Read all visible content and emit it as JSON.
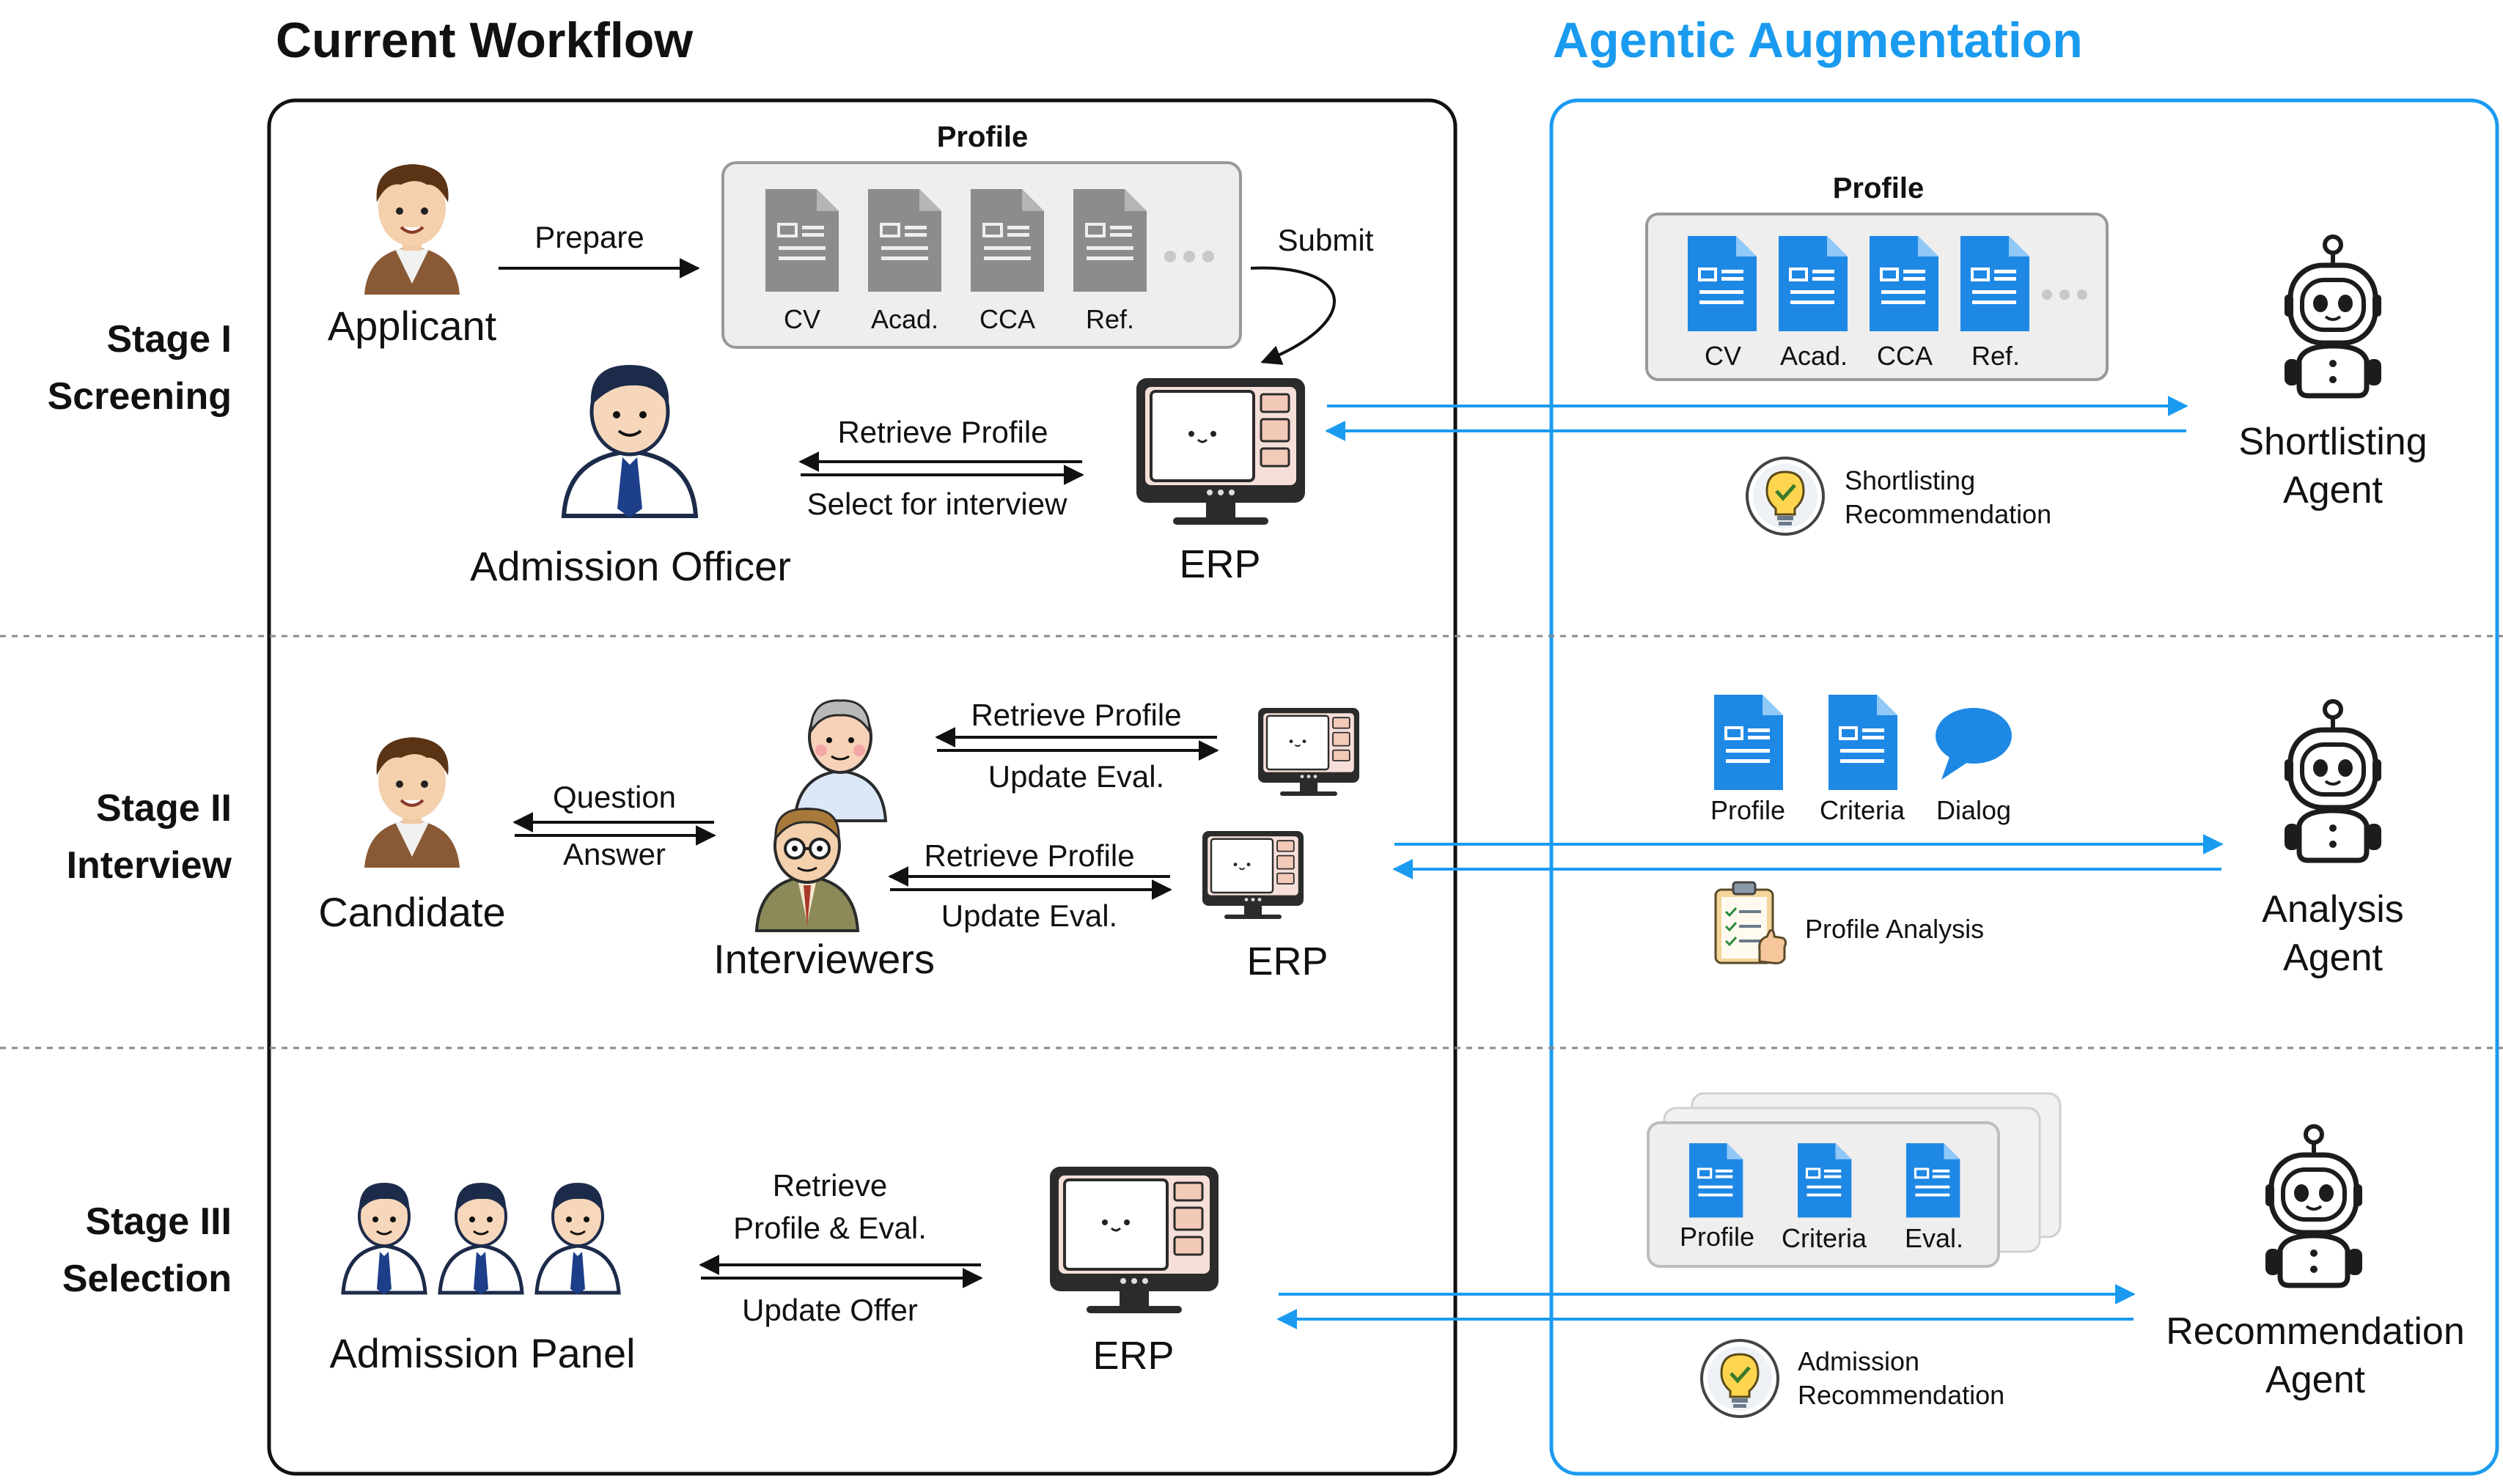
{
  "headers": {
    "current": "Current Workflow",
    "agentic": "Agentic Augmentation"
  },
  "stages": [
    {
      "line1": "Stage I",
      "line2": "Screening"
    },
    {
      "line1": "Stage II",
      "line2": "Interview"
    },
    {
      "line1": "Stage III",
      "line2": "Selection"
    }
  ],
  "stage1": {
    "applicant": "Applicant",
    "prepare": "Prepare",
    "profile_title": "Profile",
    "docs": [
      "CV",
      "Acad.",
      "CCA",
      "Ref."
    ],
    "submit": "Submit",
    "officer": "Admission Officer",
    "retrieve": "Retrieve Profile",
    "select": "Select for interview",
    "erp": "ERP"
  },
  "stage2": {
    "candidate": "Candidate",
    "question": "Question",
    "answer": "Answer",
    "interviewers": "Interviewers",
    "retrieve1": "Retrieve Profile",
    "update1": "Update Eval.",
    "retrieve2": "Retrieve Profile",
    "update2": "Update Eval.",
    "erp": "ERP"
  },
  "stage3": {
    "panel": "Admission Panel",
    "retrieve_l1": "Retrieve",
    "retrieve_l2": "Profile & Eval.",
    "update": "Update Offer",
    "erp": "ERP"
  },
  "agentic": {
    "s1": {
      "profile_title": "Profile",
      "docs": [
        "CV",
        "Acad.",
        "CCA",
        "Ref."
      ],
      "rec_l1": "Shortlisting",
      "rec_l2": "Recommendation",
      "agent_l1": "Shortlisting",
      "agent_l2": "Agent"
    },
    "s2": {
      "docs": [
        "Profile",
        "Criteria",
        "Dialog"
      ],
      "analysis": "Profile Analysis",
      "agent_l1": "Analysis",
      "agent_l2": "Agent"
    },
    "s3": {
      "docs": [
        "Profile",
        "Criteria",
        "Eval."
      ],
      "rec_l1": "Admission",
      "rec_l2": "Recommendation",
      "agent_l1": "Recommendation",
      "agent_l2": "Agent"
    }
  },
  "colors": {
    "accent_blue": "#1a9bf0",
    "doc_blue": "#1e88e5",
    "doc_gray": "#8a8a8a",
    "text": "#111111"
  }
}
